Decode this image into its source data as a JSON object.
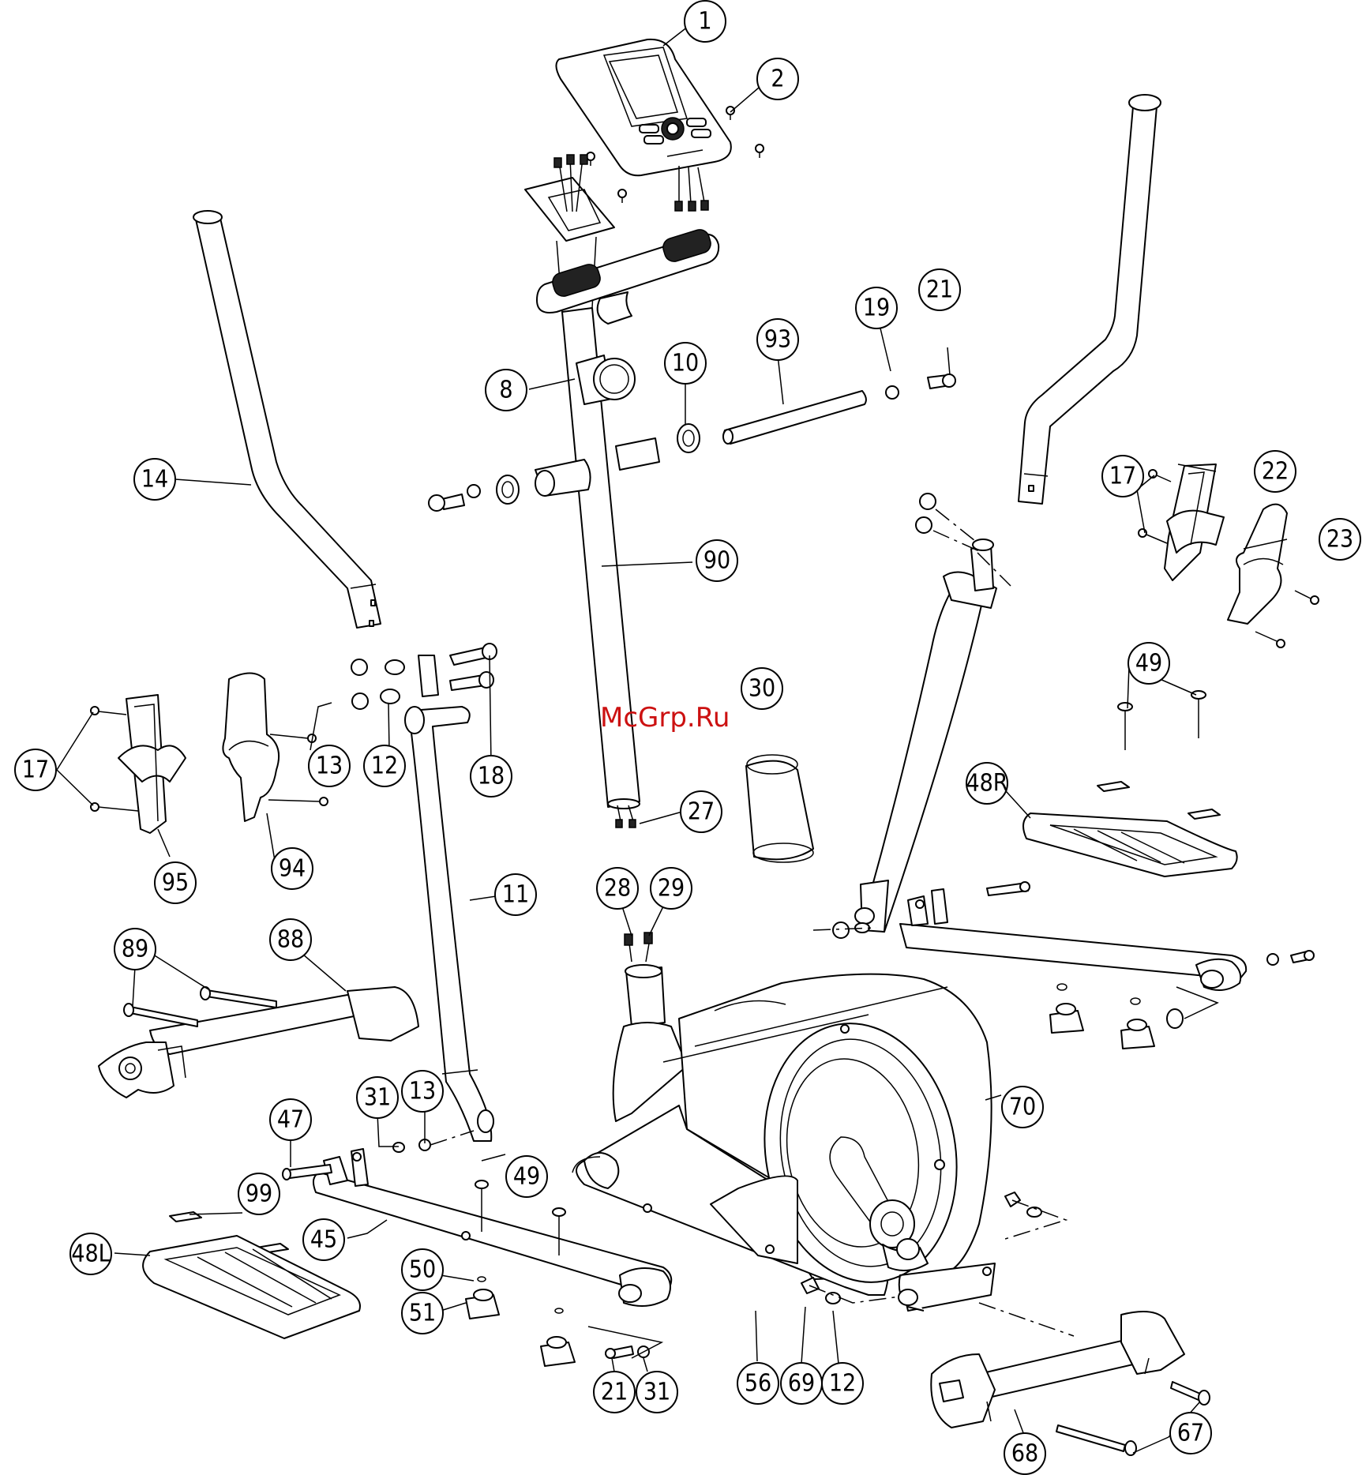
{
  "watermark": "McGrp.Ru",
  "callouts": [
    "1",
    "2",
    "8",
    "10",
    "93",
    "19",
    "21",
    "14",
    "90",
    "17",
    "22",
    "23",
    "13",
    "12",
    "18",
    "17",
    "95",
    "94",
    "30",
    "49",
    "48R",
    "27",
    "11",
    "28",
    "29",
    "89",
    "88",
    "70",
    "31",
    "13",
    "47",
    "49",
    "99",
    "45",
    "48L",
    "50",
    "51",
    "56",
    "69",
    "12",
    "21",
    "31",
    "68",
    "67"
  ]
}
